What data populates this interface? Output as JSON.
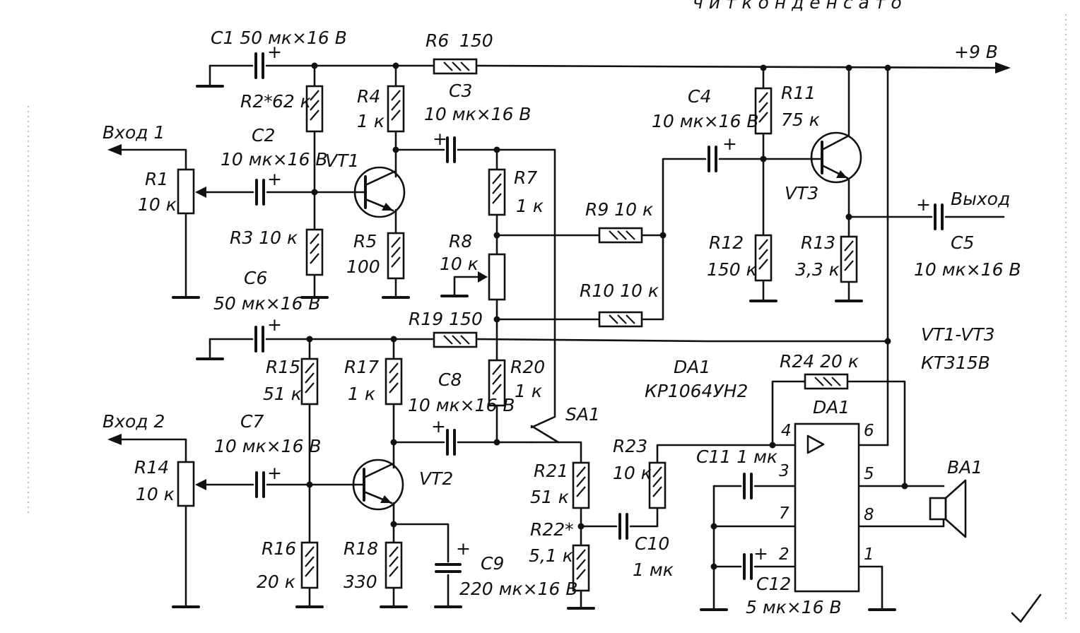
{
  "top_text": "ч и т   к о н д е н с а т о",
  "supply": "+9 В",
  "input1": "Вход 1",
  "input2": "Вход 2",
  "output": "Выход",
  "transistors_note": {
    "line1": "VT1-VT3",
    "line2": "КТ315В"
  },
  "ic": {
    "ref": "DA1",
    "type": "КР1064УН2",
    "label": "DA1",
    "pins": {
      "p4": "4",
      "p6": "6",
      "p3": "3",
      "p5": "5",
      "p7": "7",
      "p8": "8",
      "p2": "2",
      "p1": "1"
    }
  },
  "speaker": "BA1",
  "switch": "SA1",
  "components": {
    "c1": "C1 50 мк×16 В",
    "r6": {
      "ref": "R6",
      "val": "150"
    },
    "r2": {
      "ref": "R2*",
      "val": "62 к"
    },
    "r4": {
      "ref": "R4",
      "val": "1 к"
    },
    "c3": {
      "ref": "C3",
      "val": "10 мк×16 В"
    },
    "c2": {
      "ref": "C2",
      "val": "10 мк×16 В"
    },
    "vt1": "VT1",
    "r1": {
      "ref": "R1",
      "val": "10 к"
    },
    "r7": {
      "ref": "R7",
      "val": "1 к"
    },
    "c4": {
      "ref": "C4",
      "val": "10 мк×16 В"
    },
    "r11": {
      "ref": "R11",
      "val": "75 к"
    },
    "vt3": "VT3",
    "r9": "R9 10 к",
    "r3": "R3 10 к",
    "r5": {
      "ref": "R5",
      "val": "100"
    },
    "r8": {
      "ref": "R8",
      "val": "10 к"
    },
    "r12": {
      "ref": "R12",
      "val": "150 к"
    },
    "r13": {
      "ref": "R13",
      "val": "3,3 к"
    },
    "c5": {
      "ref": "C5",
      "val": "10 мк×16 В"
    },
    "c6": {
      "ref": "C6",
      "val": "50 мк×16 В"
    },
    "r10": "R10 10 к",
    "r19": "R19 150",
    "r15": {
      "ref": "R15",
      "val": "51 к"
    },
    "r17": {
      "ref": "R17",
      "val": "1 к"
    },
    "c8": {
      "ref": "C8",
      "val": "10 мк×16 В"
    },
    "r20": {
      "ref": "R20",
      "val": "1 к"
    },
    "r24": "R24 20 к",
    "c7": {
      "ref": "C7",
      "val": "10 мк×16 В"
    },
    "r14": {
      "ref": "R14",
      "val": "10 к"
    },
    "vt2": "VT2",
    "r21": {
      "ref": "R21",
      "val": "51 к"
    },
    "r23": {
      "ref": "R23",
      "val": "10 к"
    },
    "c11": "C11 1 мк",
    "r22": {
      "ref": "R22*",
      "val": "5,1 к"
    },
    "c10": {
      "ref": "C10",
      "val": "1 мк"
    },
    "r16": {
      "ref": "R16",
      "val": "20 к"
    },
    "r18": {
      "ref": "R18",
      "val": "330"
    },
    "c9": {
      "ref": "C9",
      "val": "220 мк×16 В"
    },
    "c12": {
      "ref": "C12",
      "val": "5 мк×16 В"
    }
  },
  "plus_sign": "+",
  "check_mark": "✓"
}
